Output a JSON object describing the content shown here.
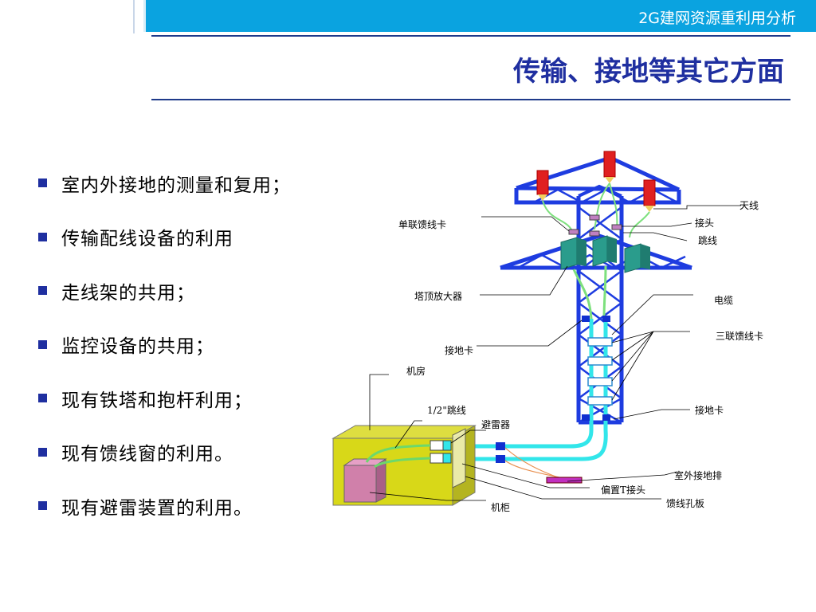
{
  "header": {
    "section": "2G建网资源重利用分析"
  },
  "title": "传输、接地等其它方面",
  "bullets": [
    "室内外接地的测量和复用；",
    "传输配线设备的利用",
    "走线架的共用；",
    "监控设备的共用；",
    "现有铁塔和抱杆利用；",
    "现有馈线窗的利用。",
    "现有避雷装置的利用。"
  ],
  "diagram": {
    "labels": {
      "antenna": "天线",
      "connector": "接头",
      "jumper": "跳线",
      "single_clamp": "单联馈线卡",
      "tma": "塔顶放大器",
      "cable": "电缆",
      "triple_clamp": "三联馈线卡",
      "ground_clamp_left": "接地卡",
      "machine_room": "机房",
      "half_inch_jumper": "1/2\"跳线",
      "arrester": "避雷器",
      "ground_clamp_right": "接地卡",
      "outdoor_ground_bar": "室外接地排",
      "bias_tee": "偏置T接头",
      "feeder_window": "馈线孔板",
      "cabinet": "机柜"
    }
  }
}
